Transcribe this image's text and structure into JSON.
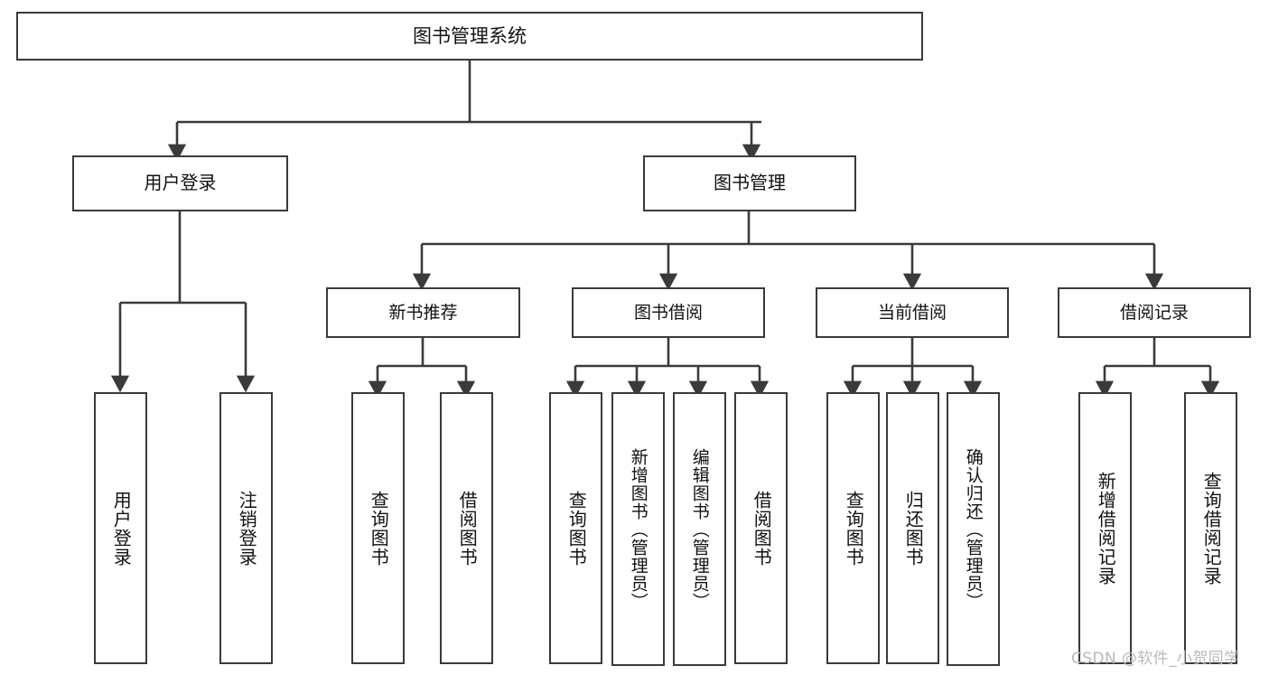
{
  "diagram": {
    "title": "图书管理系统",
    "type": "tree",
    "root": {
      "label": "图书管理系统"
    },
    "level2": [
      {
        "label": "用户登录"
      },
      {
        "label": "图书管理"
      }
    ],
    "level3": [
      {
        "label": "新书推荐"
      },
      {
        "label": "图书借阅"
      },
      {
        "label": "当前借阅"
      },
      {
        "label": "借阅记录"
      }
    ],
    "leaves": {
      "user_login": [
        {
          "label": "用户登录"
        },
        {
          "label": "注销登录"
        }
      ],
      "new_book_recommend": [
        {
          "label": "查询图书"
        },
        {
          "label": "借阅图书"
        }
      ],
      "book_borrow": [
        {
          "label": "查询图书"
        },
        {
          "label": "新增图书（管理员）"
        },
        {
          "label": "编辑图书（管理员）"
        },
        {
          "label": "借阅图书"
        }
      ],
      "current_borrow": [
        {
          "label": "查询图书"
        },
        {
          "label": "归还图书"
        },
        {
          "label": "确认归还（管理员）"
        }
      ],
      "borrow_record": [
        {
          "label": "新增借阅记录"
        },
        {
          "label": "查询借阅记录"
        }
      ]
    }
  },
  "watermark": {
    "text": "CSDN @软件_小贺同学"
  },
  "colors": {
    "stroke": "#3a3a3a",
    "fill": "#ffffff",
    "text": "#111111",
    "watermark": "#b9b9b9"
  }
}
